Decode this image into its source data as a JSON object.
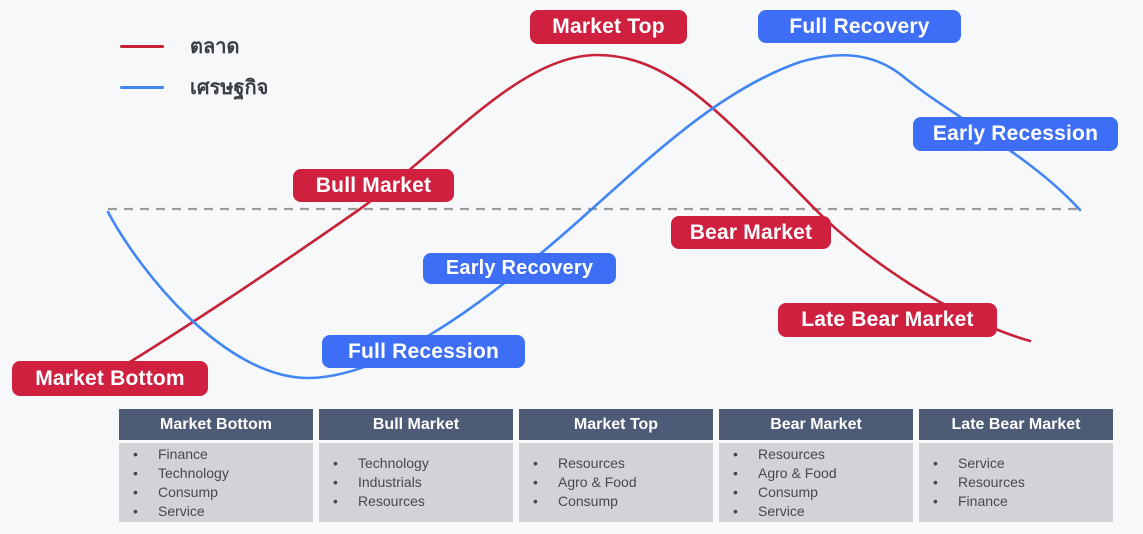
{
  "legend": {
    "market_label": "ตลาด",
    "economy_label": "เศรษฐกิจ"
  },
  "colors": {
    "market_curve": "#c62238",
    "economy_curve": "#4285f4",
    "market_tag_bg": "#d02040",
    "economy_tag_bg": "#3d6ef5",
    "baseline_dash": "#9b9b9b",
    "table_header_bg": "#4d5b76",
    "table_body_bg": "#d2d3d6"
  },
  "tags": {
    "market_top": "Market Top",
    "full_recovery": "Full Recovery",
    "early_recession": "Early Recession",
    "bull_market": "Bull Market",
    "early_recovery": "Early Recovery",
    "bear_market": "Bear Market",
    "full_recession": "Full Recession",
    "late_bear_market": "Late Bear Market",
    "market_bottom": "Market Bottom"
  },
  "table": {
    "columns": [
      {
        "header": "Market Bottom",
        "items": [
          "Finance",
          "Technology",
          "Consump",
          "Service"
        ]
      },
      {
        "header": "Bull Market",
        "items": [
          "Technology",
          "Industrials",
          "Resources"
        ]
      },
      {
        "header": "Market Top",
        "items": [
          "Resources",
          "Agro & Food",
          "Consump"
        ]
      },
      {
        "header": "Bear Market",
        "items": [
          "Resources",
          "Agro & Food",
          "Consump",
          "Service"
        ]
      },
      {
        "header": "Late Bear Market",
        "items": [
          "Service",
          "Resources",
          "Finance"
        ]
      }
    ]
  }
}
